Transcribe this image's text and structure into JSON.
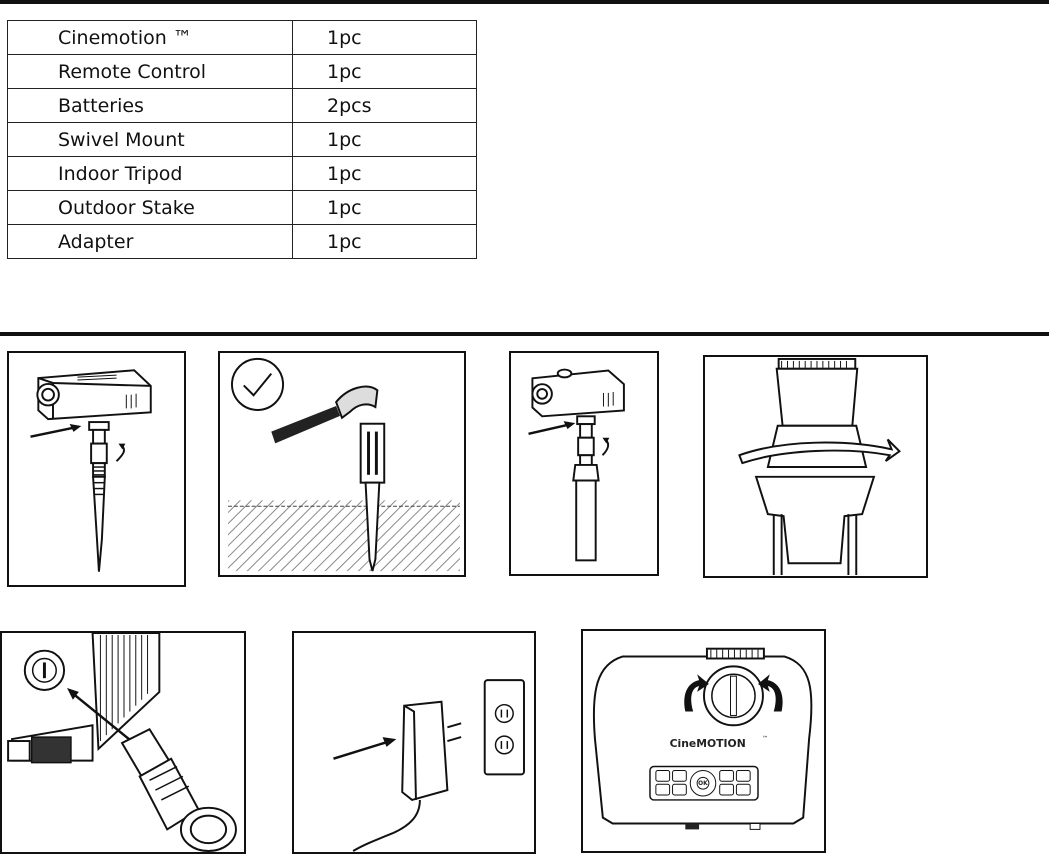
{
  "contents_table": {
    "rows": [
      {
        "item": "Cinemotion ™",
        "qty": "1pc"
      },
      {
        "item": "Remote Control",
        "qty": "1pc"
      },
      {
        "item": "Batteries",
        "qty": "2pcs"
      },
      {
        "item": "Swivel Mount",
        "qty": "1pc"
      },
      {
        "item": "Indoor Tripod",
        "qty": "1pc"
      },
      {
        "item": "Outdoor Stake",
        "qty": "1pc"
      },
      {
        "item": "Adapter",
        "qty": "1pc"
      }
    ]
  },
  "figures": {
    "projector_top": {
      "brand": "CineMOTION",
      "trademark": "™",
      "ok_label": "OK"
    }
  },
  "icons": [
    "check-mark-icon",
    "rotate-arrow-icon",
    "insert-arrow-icon",
    "hammer-icon"
  ]
}
